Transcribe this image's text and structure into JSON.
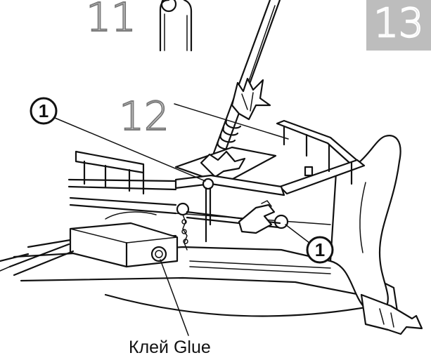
{
  "step": {
    "number": "13",
    "box_color": "#bdbdbd"
  },
  "part_labels": [
    "11",
    "12"
  ],
  "callouts": [
    "1",
    "1"
  ],
  "caption": "Клей Glue",
  "colors": {
    "line": "#111111",
    "outline_number": "#7a7a7a",
    "background": "#ffffff"
  }
}
